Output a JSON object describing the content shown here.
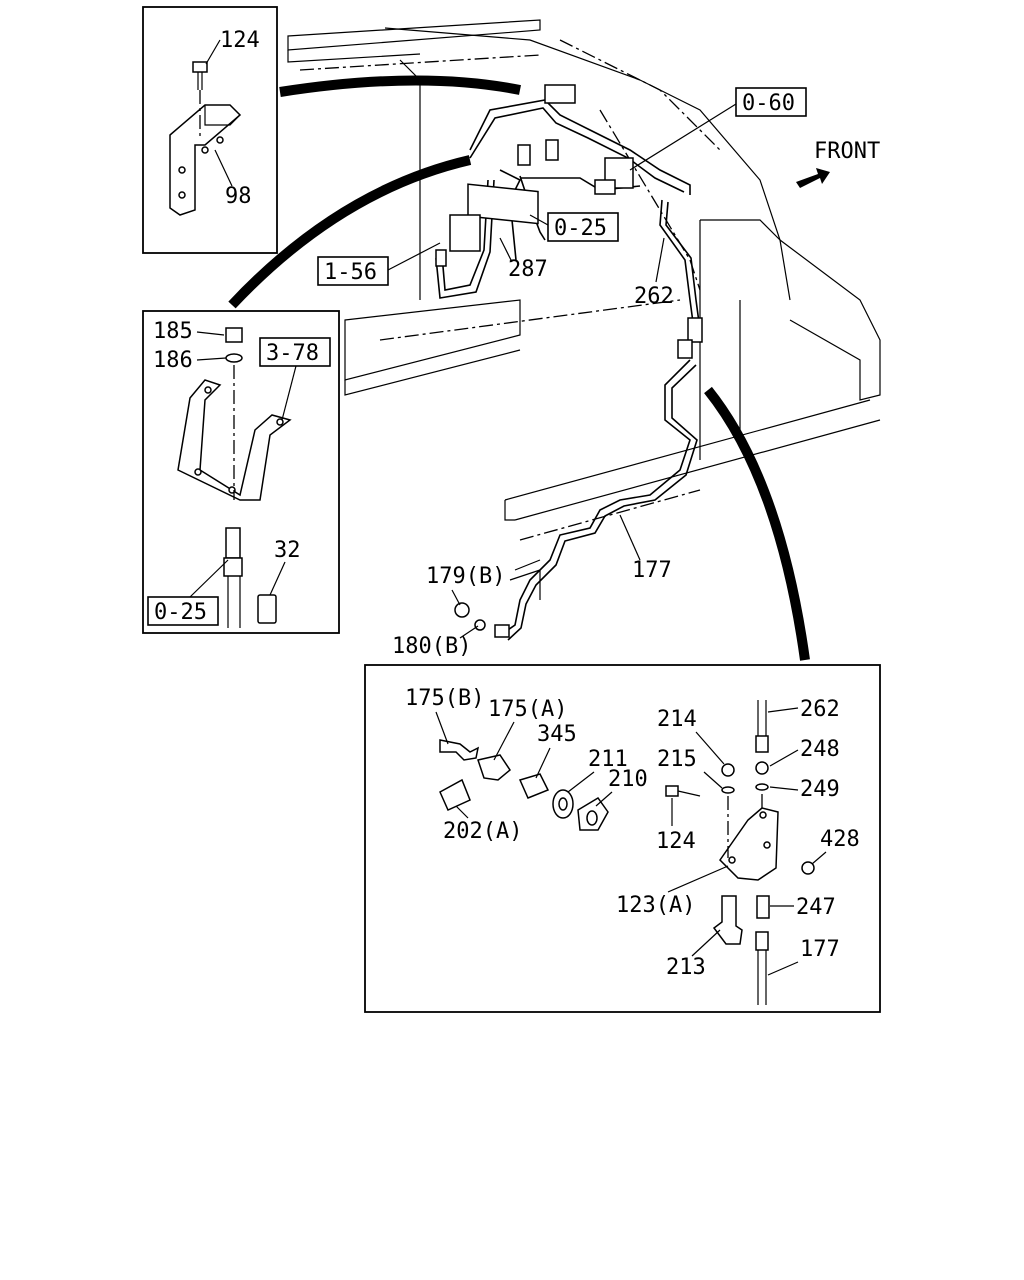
{
  "direction_label": "FRONT",
  "ref_boxes": {
    "r060": "0-60",
    "r025_top": "0-25",
    "r156": "1-56",
    "r378": "3-78",
    "r025_left": "0-25"
  },
  "labels": {
    "inset_tl": {
      "p124": "124",
      "p98": "98"
    },
    "inset_ml": {
      "p185": "185",
      "p186": "186",
      "p32": "32"
    },
    "main": {
      "p287": "287",
      "p262": "262",
      "p177": "177",
      "p179b": "179(B)",
      "p180b": "180(B)"
    },
    "inset_br": {
      "p175b": "175(B)",
      "p175a": "175(A)",
      "p345": "345",
      "p211": "211",
      "p210": "210",
      "p202a": "202(A)",
      "p214": "214",
      "p215": "215",
      "p124": "124",
      "p262": "262",
      "p248": "248",
      "p249": "249",
      "p428": "428",
      "p123a": "123(A)",
      "p247": "247",
      "p213": "213",
      "p177": "177"
    }
  }
}
